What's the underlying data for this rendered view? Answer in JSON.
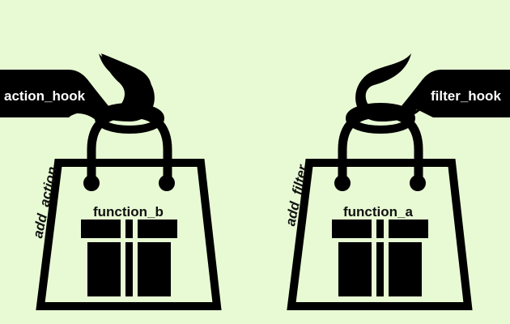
{
  "colors": {
    "background": "#e8fad4",
    "ink": "#000000",
    "hook_label_text": "#ffffff",
    "label_text": "#111111"
  },
  "left": {
    "hook_label": "action_hook",
    "add_label": "add_action",
    "function_label": "function_b",
    "bag_icon": "shopping-bag",
    "gift_icon": "gift-box"
  },
  "right": {
    "hook_label": "filter_hook",
    "add_label": "add_filter",
    "function_label": "function_a",
    "bag_icon": "shopping-bag",
    "gift_icon": "gift-box"
  }
}
